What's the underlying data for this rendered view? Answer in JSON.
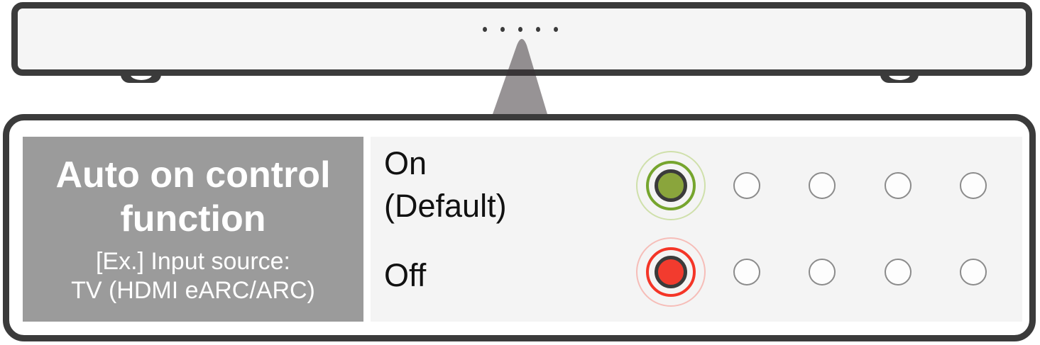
{
  "device": {
    "type": "soundbar-front-illustration",
    "status_led_dot_count": 5
  },
  "callout": {
    "label": {
      "title_lines": [
        "Auto on control",
        "function"
      ],
      "subtitle_lines": [
        "[Ex.] Input source:",
        "TV (HDMI eARC/ARC)"
      ]
    },
    "rows": [
      {
        "state_lines": [
          "On",
          "(Default)"
        ],
        "lit_color": "green",
        "lit_led_position": 1,
        "led_total": 5
      },
      {
        "state_lines": [
          "Off"
        ],
        "lit_color": "red",
        "lit_led_position": 1,
        "led_total": 5
      }
    ]
  },
  "colors": {
    "outline": "#3b3b3b",
    "bar_fill": "#f5f5f5",
    "panel_gray": "#9b9b9b",
    "panel_light": "#f4f4f4",
    "green_led": "#8aa53c",
    "green_ring": "#76a52e",
    "green_halo": "#cfe0ab",
    "red_led": "#f23b2e",
    "red_ring": "#f43527",
    "red_halo": "#f6bdb8",
    "led_off_stroke": "#8b8b8b",
    "led_off_fill": "#fdfdfd",
    "pointer_gray": "rgba(55,48,52,0.52)"
  }
}
